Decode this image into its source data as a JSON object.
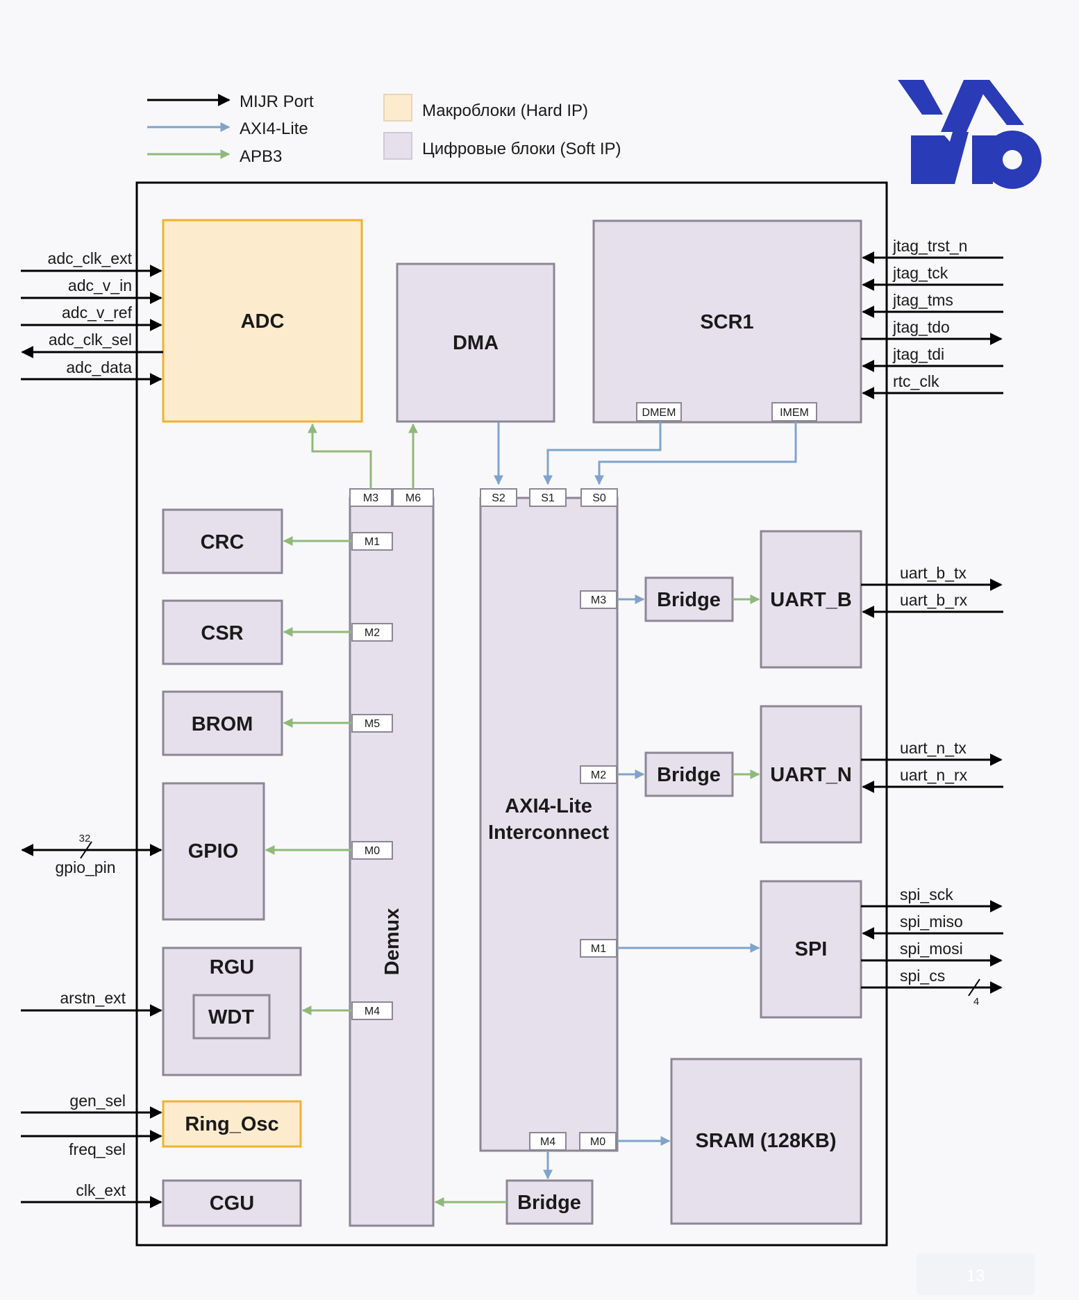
{
  "legend": {
    "mijr": "MIJR Port",
    "axi": "AXI4-Lite",
    "apb": "APB3",
    "hard": "Макроблоки (Hard IP)",
    "soft": "Цифровые блоки (Soft IP)"
  },
  "logo": {
    "text": "YADRO",
    "color": "#2a3bb7"
  },
  "colors": {
    "soft_fill": "#e6e0ec",
    "soft_stroke": "#8c8695",
    "hard_fill": "#fdebcd",
    "hard_stroke": "#f0b232",
    "axi_line": "#7fa3cc",
    "apb_line": "#8fb97a"
  },
  "blocks": {
    "adc": "ADC",
    "dma": "DMA",
    "scr1": "SCR1",
    "dmem": "DMEM",
    "imem": "IMEM",
    "crc": "CRC",
    "csr": "CSR",
    "brom": "BROM",
    "gpio": "GPIO",
    "rgu": "RGU",
    "wdt": "WDT",
    "ring_osc": "Ring_Osc",
    "cgu": "CGU",
    "demux": "Demux",
    "axi_ic_line1": "AXI4-Lite",
    "axi_ic_line2": "Interconnect",
    "bridge_b": "Bridge",
    "bridge_n": "Bridge",
    "bridge_bottom": "Bridge",
    "uart_b": "UART_B",
    "uart_n": "UART_N",
    "spi": "SPI",
    "sram": "SRAM (128KB)"
  },
  "ports": {
    "demux_m3": "M3",
    "demux_m6": "M6",
    "demux_m1": "M1",
    "demux_m2": "M2",
    "demux_m5": "M5",
    "demux_m0": "M0",
    "demux_m4": "M4",
    "ic_s2": "S2",
    "ic_s1": "S1",
    "ic_s0": "S0",
    "ic_m3": "M3",
    "ic_m2": "M2",
    "ic_m1": "M1",
    "ic_m4": "M4",
    "ic_m0": "M0"
  },
  "signals": {
    "adc_clk_ext": "adc_clk_ext",
    "adc_v_in": "adc_v_in",
    "adc_v_ref": "adc_v_ref",
    "adc_clk_sel": "adc_clk_sel",
    "adc_data": "adc_data",
    "gpio_pin": "gpio_pin",
    "gpio_width": "32",
    "arstn_ext": "arstn_ext",
    "gen_sel": "gen_sel",
    "freq_sel": "freq_sel",
    "clk_ext": "clk_ext",
    "jtag_trst_n": "jtag_trst_n",
    "jtag_tck": "jtag_tck",
    "jtag_tms": "jtag_tms",
    "jtag_tdo": "jtag_tdo",
    "jtag_tdi": "jtag_tdi",
    "rtc_clk": "rtc_clk",
    "uart_b_tx": "uart_b_tx",
    "uart_b_rx": "uart_b_rx",
    "uart_n_tx": "uart_n_tx",
    "uart_n_rx": "uart_n_rx",
    "spi_sck": "spi_sck",
    "spi_miso": "spi_miso",
    "spi_mosi": "spi_mosi",
    "spi_cs": "spi_cs",
    "spi_cs_width": "4"
  },
  "page_number": "13"
}
